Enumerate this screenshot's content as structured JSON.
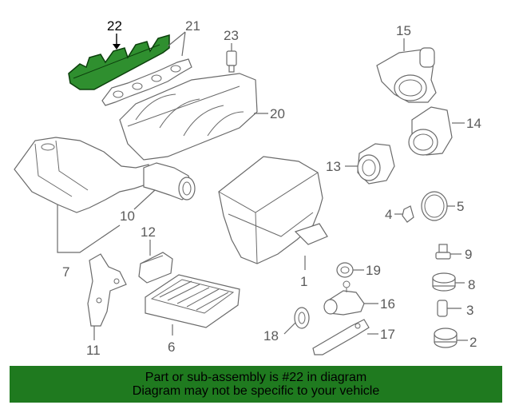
{
  "labels": {
    "p1": "1",
    "p2": "2",
    "p3": "3",
    "p4": "4",
    "p5": "5",
    "p6": "6",
    "p7": "7",
    "p8": "8",
    "p9": "9",
    "p10": "10",
    "p11": "11",
    "p12": "12",
    "p13": "13",
    "p14": "14",
    "p15": "15",
    "p16": "16",
    "p17": "17",
    "p18": "18",
    "p19": "19",
    "p20": "20",
    "p21": "21",
    "p22": "22",
    "p23": "23"
  },
  "highlight": {
    "part": "22",
    "color": "#1f7a1f"
  },
  "footer": {
    "line1": "Part or sub-assembly is #22 in diagram",
    "line2": "Diagram may not be specific to your vehicle"
  }
}
